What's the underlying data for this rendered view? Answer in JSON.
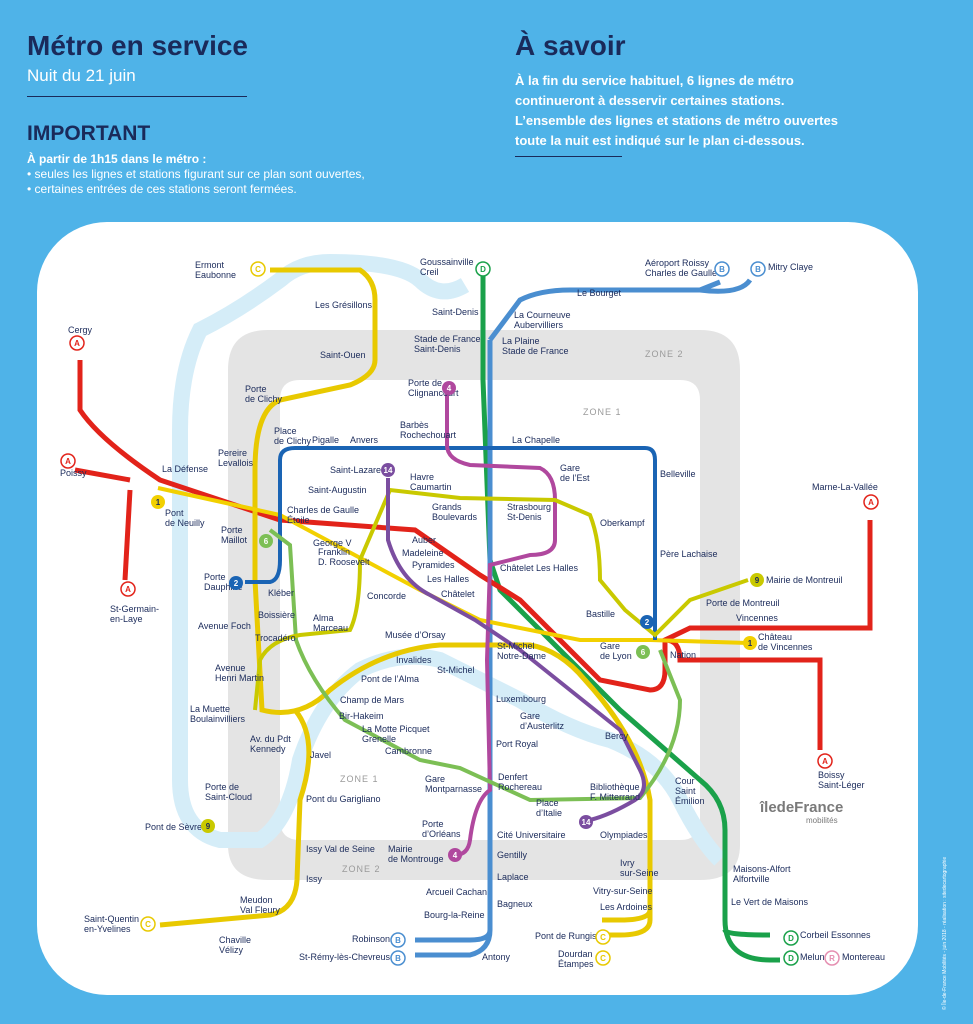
{
  "header": {
    "title": "Métro en service",
    "subtitle": "Nuit du 21 juin",
    "important_title": "IMPORTANT",
    "important_lines": [
      "À partir de 1h15 dans le métro :",
      "• seules les lignes et stations figurant sur ce plan sont ouvertes,",
      "• certaines entrées de ces stations seront fermées."
    ]
  },
  "savoir": {
    "title": "À savoir",
    "lines": [
      "À la fin du service habituel, 6 lignes de métro",
      "continueront à desservir certaines stations.",
      "L’ensemble des lignes et stations de métro ouvertes",
      "toute la nuit est indiqué sur le plan ci-dessous."
    ]
  },
  "zones": {
    "zone1_top": "ZONE 1",
    "zone2_top": "ZONE 2",
    "zone1_bottom": "ZONE 1",
    "zone2_bottom": "ZONE 2"
  },
  "branding": {
    "logo": "îledeFrance",
    "logo_sub": "mobilités",
    "credit": "© Île-de-France Mobilités - juin 2018 - réalisation : sitedecartographie"
  },
  "colors": {
    "line1": "#f2d000",
    "line2": "#1a64b4",
    "line4": "#b0489e",
    "line6": "#7cbf55",
    "line9": "#c9c900",
    "line14": "#7b4ea0",
    "rerA": "#e2231a",
    "rerB": "#4a8ed0",
    "rerC": "#e8c900",
    "rerD": "#1aa14a",
    "zone": "#e4e4e4",
    "seine": "#d5edf8",
    "text": "#1a2a5a"
  },
  "stations": {
    "ermont": "Ermont\nEaubonne",
    "gresillons": "Les Grésillons",
    "saint_ouen": "Saint-Ouen",
    "porte_clichy": "Porte\nde Clichy",
    "pereire": "Pereire\nLevallois",
    "cergy": "Cergy",
    "poissy": "Poissy",
    "la_defense": "La Défense",
    "pont_neuilly": "Pont\nde Neuilly",
    "porte_maillot": "Porte\nMaillot",
    "cdg_etoile": "Charles de Gaulle\nÉtoile",
    "george_v": "George V",
    "porte_dauphine": "Porte\nDauphine",
    "kleber": "Kléber",
    "boissiere": "Boissière",
    "avenue_foch": "Avenue Foch",
    "trocadero": "Trocadéro",
    "avenue_henri_martin": "Avenue\nHenri Martin",
    "la_muette": "La Muette\nBoulainvilliers",
    "st_germain": "St-Germain-\nen-Laye",
    "goussainville": "Goussainville\nCreil",
    "saint_denis": "Saint-Denis",
    "stade_de_france_sd": "Stade de France\nSaint-Denis",
    "la_plaine": "La Plaine\nStade de France",
    "la_courneuve": "La Courneuve\nAubervilliers",
    "le_bourget": "Le Bourget",
    "aeroport": "Aéroport Roissy\nCharles de Gaulle",
    "mitry": "Mitry Claye",
    "porte_clignancourt": "Porte de\nClignancourt",
    "barbes": "Barbès\nRochechouart",
    "place_clichy": "Place\nde Clichy",
    "pigalle": "Pigalle",
    "anvers": "Anvers",
    "la_chapelle": "La Chapelle",
    "gare_est": "Gare\nde l’Est",
    "belleville": "Belleville",
    "saint_lazare": "Saint-Lazare",
    "havre": "Havre\nCaumartin",
    "saint_augustin": "Saint-Augustin",
    "grands_boulevards": "Grands\nBoulevards",
    "strasbourg": "Strasbourg\nSt-Denis",
    "oberkampf": "Oberkampf",
    "auber": "Auber",
    "madeleine": "Madeleine",
    "pyramides": "Pyramides",
    "franklin": "Franklin\nD. Roosevelt",
    "concorde": "Concorde",
    "alma": "Alma\nMarceau",
    "les_halles": "Les Halles",
    "chatelet_les_halles": "Châtelet Les Halles",
    "chatelet": "Châtelet",
    "pere_lachaise": "Père Lachaise",
    "marne": "Marne-La-Vallée",
    "mairie_montreuil": "Mairie de Montreuil",
    "porte_montreuil": "Porte de Montreuil",
    "vincennes": "Vincennes",
    "chateau_vincennes": "Château\nde Vincennes",
    "nation": "Nation",
    "bastille": "Bastille",
    "gare_lyon": "Gare\nde Lyon",
    "musee_orsay": "Musée d’Orsay",
    "invalides": "Invalides",
    "pont_alma": "Pont de l’Alma",
    "st_michel_nd": "St-Michel\nNotre-Dame",
    "st_michel": "St-Michel",
    "champ_mars": "Champ de Mars",
    "bir_hakeim": "Bir-Hakeim",
    "motte_picquet": "La Motte Picquet\nGrenelle",
    "cambronne": "Cambronne",
    "luxembourg": "Luxembourg",
    "gare_austerlitz": "Gare\nd’Austerlitz",
    "bercy": "Bercy",
    "port_royal": "Port Royal",
    "av_pdt_kennedy": "Av. du Pdt\nKennedy",
    "javel": "Javel",
    "porte_st_cloud": "Porte de\nSaint-Cloud",
    "pont_garigliano": "Pont du Garigliano",
    "gare_montparnasse": "Gare\nMontparnasse",
    "denfert": "Denfert\nRochereau",
    "place_italie": "Place\nd’Italie",
    "bibliotheque": "Bibliothèque\nF. Mitterrand",
    "cour_st_emilion": "Cour\nSaint\nÉmilion",
    "boissy": "Boissy\nSaint-Léger",
    "pont_sevres": "Pont de Sèvres",
    "porte_orleans": "Porte\nd’Orléans",
    "olympiades": "Olympiades",
    "mairie_montrouge": "Mairie\nde Montrouge",
    "cite_universitaire": "Cité Universitaire",
    "issy_val": "Issy Val de Seine",
    "issy": "Issy",
    "gentilly": "Gentilly",
    "laplace": "Laplace",
    "ivry": "Ivry\nsur-Seine",
    "arcueil": "Arcueil Cachan",
    "vitry": "Vitry-sur-Seine",
    "ardoines": "Les Ardoines",
    "meudon": "Meudon\nVal Fleury",
    "bagneux": "Bagneux",
    "bourg_la_reine": "Bourg-la-Reine",
    "maisons_alfort": "Maisons-Alfort\nAlfortville",
    "vert_maisons": "Le Vert de Maisons",
    "sqy": "Saint-Quentin\nen-Yvelines",
    "chaville": "Chaville\nVélizy",
    "pont_rungis": "Pont de Rungis",
    "robinson": "Robinson",
    "dourdan": "Dourdan\nÉtampes",
    "corbeil": "Corbeil Essonnes",
    "st_remy": "St-Rémy-lès-Chevreuse",
    "antony": "Antony",
    "melun": "Melun",
    "montereau": "Montereau"
  },
  "badges": {
    "l1": "1",
    "l2": "2",
    "l4": "4",
    "l6": "6",
    "l9": "9",
    "l14": "14",
    "rerA": "A",
    "rerB": "B",
    "rerC": "C",
    "rerD": "D",
    "rerR": "R"
  }
}
